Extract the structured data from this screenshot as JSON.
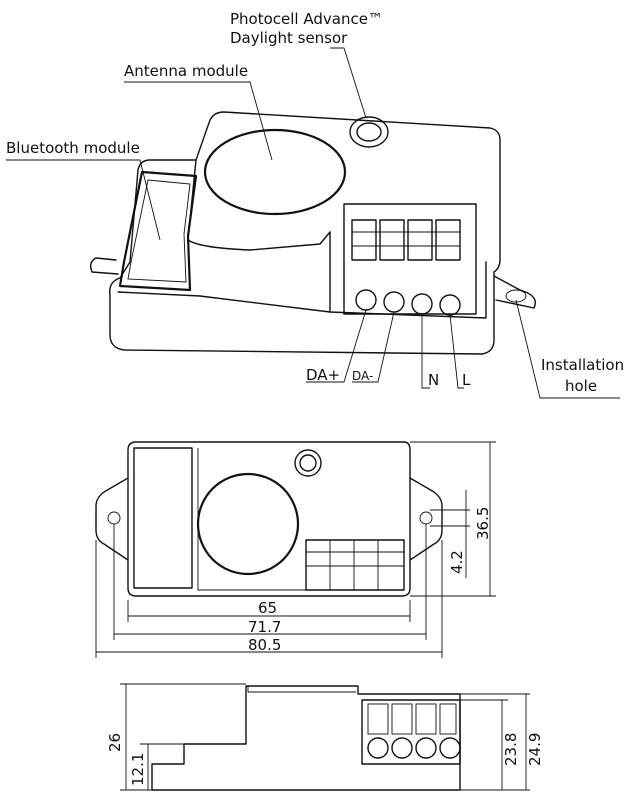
{
  "callouts": {
    "photocell_line1": "Photocell Advance™",
    "photocell_line2": "Daylight sensor",
    "antenna": "Antenna module",
    "bluetooth": "Bluetooth module",
    "installation_line1": "Installation",
    "installation_line2": "hole"
  },
  "terminals": [
    "DA+",
    "DA-",
    "N",
    "L"
  ],
  "dimensions": {
    "top_view": {
      "height": "36.5",
      "hole_offset": "4.2",
      "width_inner": "65",
      "width_mid": "71.7",
      "width_total": "80.5"
    },
    "side_view": {
      "height_total": "26",
      "height_lower": "12.1",
      "height_right_inner": "23.8",
      "height_right_outer": "24.9"
    }
  }
}
